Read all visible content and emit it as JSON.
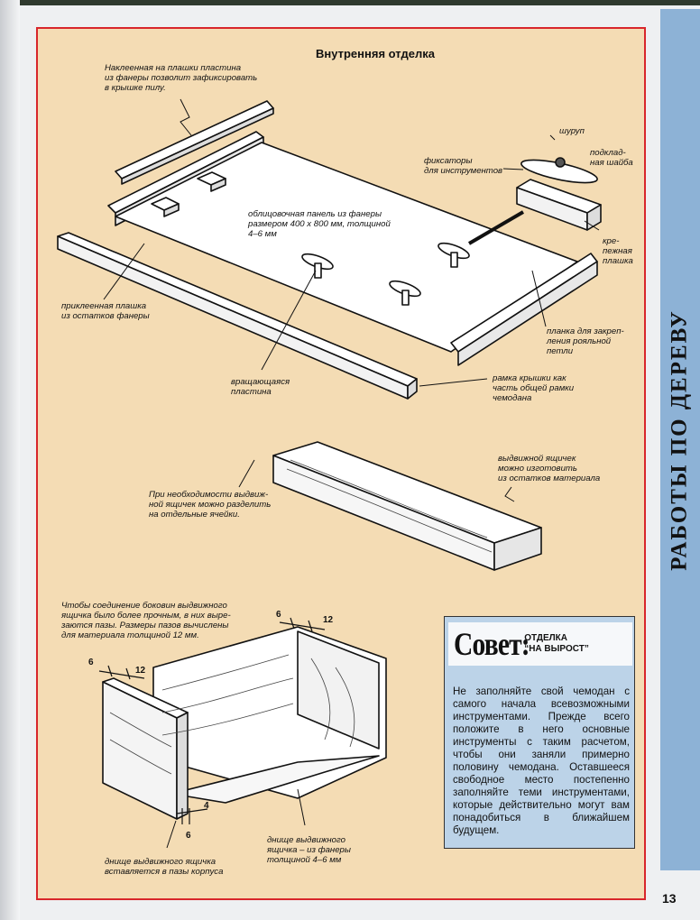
{
  "section_title": "РАБОТЫ ПО ДЕРЕВУ",
  "page_number": "13",
  "diagram": {
    "title": "Внутренняя отделка",
    "labels": {
      "glued_plate": "Наклеенная на плашки пластина\nиз фанеры позволит зафиксировать\nв крышке пилу.",
      "screw": "шуруп",
      "washer": "подклад-\nная шайба",
      "tool_clamps": "фиксаторы\nдля инструментов",
      "panel": "облицовочная панель из фанеры\nразмером 400 х 800 мм, толщиной\n4–6 мм",
      "fixing_strip": "кре-\nпежная\nплашка",
      "glued_strip": "приклеенная плашка\nиз остатков фанеры",
      "hinge_bar": "планка для закреп-\nления рояльной\nпетли",
      "rotating_plate": "вращающаяся\nпластина",
      "lid_frame": "рамка крышки как\nчасть общей рамки\nчемодана",
      "drawer_material": "выдвижной ящичек\nможно изготовить\nиз остатков материала",
      "drawer_cells": "При необходимости выдвиж-\nной ящичек можно разделить\nна отдельные ячейки.",
      "joints_note": "Чтобы соединение боковин выдвижного\nящичка было более прочным, в них выре-\nзаются пазы. Размеры пазов вычислены\nдля материала толщиной 12 мм.",
      "drawer_bottom": "днище выдвижного\nящичка – из фанеры\nтолщиной 4–6 мм",
      "bottom_insert": "днище выдвижного ящичка\nвставляется в пазы корпуса"
    },
    "dims": {
      "d1": "6",
      "d2": "12",
      "d3": "6",
      "d4": "12",
      "d5": "4",
      "d6": "6"
    }
  },
  "tip": {
    "word": "Совет:",
    "subtitle": "ОТДЕЛКА\n“НА ВЫРОСТ”",
    "body": "Не заполняйте свой чемодан с самого начала всевозможными инструментами. Прежде всего положите в него основные инструменты с таким расчетом, чтобы они заняли примерно половину чемодана. Оставшееся свободное место постепенно заполняйте теми инструментами, которые действительно могут вам понадобиться в ближайшем будущем."
  },
  "colors": {
    "frame_border": "#d8262b",
    "frame_bg": "#f4dcb4",
    "side_band": "#8db2d6",
    "tip_bg": "#bcd3e8"
  }
}
